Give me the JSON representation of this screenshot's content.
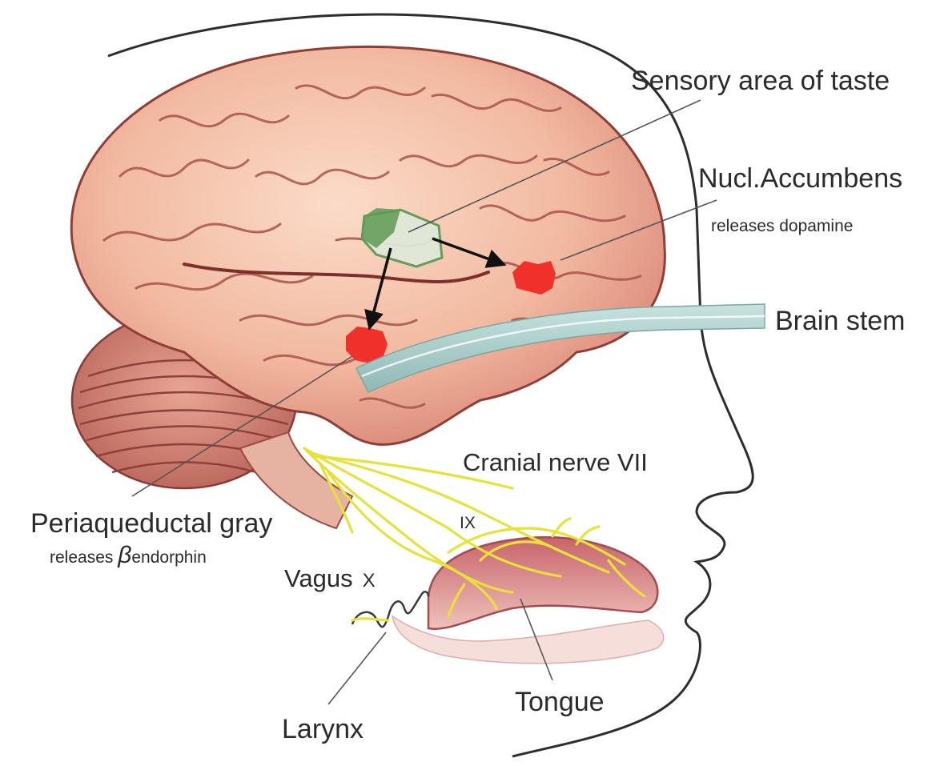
{
  "labels": {
    "sensory_area": "Sensory area of taste",
    "nucl_accumbens": "Nucl.Accumbens",
    "releases_dopamine": "releases dopamine",
    "brain_stem": "Brain stem",
    "cranial_nerve": "Cranial nerve VII",
    "ix": "IX",
    "periaqueductal": "Periaqueductal gray",
    "releases_endorphin_prefix": "releases ",
    "beta_symbol": "β",
    "releases_endorphin_suffix": "endorphin",
    "vagus": "Vagus",
    "vagus_numeral": "X",
    "tongue": "Tongue",
    "larynx": "Larynx"
  },
  "colors": {
    "brain_fill": "#f2b9a0",
    "brain_outline": "#8f3e37",
    "hotspot_red": "#f0302a",
    "taste_area_green": "#5e9a54",
    "brain_stem_teal": "#a9cdcb",
    "nerve_yellow": "#e7e23a",
    "tongue_fill": "#d9898a"
  }
}
